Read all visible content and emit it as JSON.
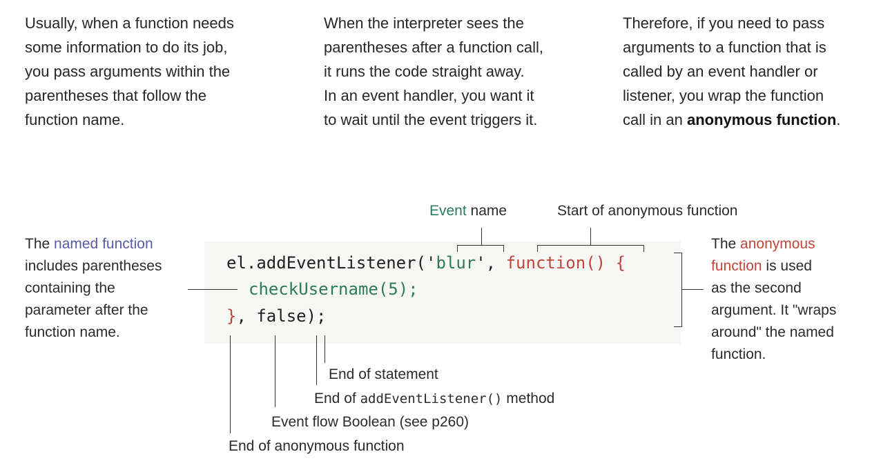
{
  "paragraphs": {
    "p1": [
      "Usually, when a function needs",
      "some information to do its job,",
      "you pass arguments within the",
      "parentheses that follow the",
      "function name."
    ],
    "p2": [
      "When the interpreter sees the",
      "parentheses after a function call,",
      "it runs the code straight away.",
      "In an event handler, you want it",
      "to wait until the event triggers it."
    ],
    "p3": [
      "Therefore, if you need to pass",
      "arguments to a function that is",
      "called by an event handler or",
      "listener, you wrap the function"
    ],
    "p3_last_prefix": "call in an ",
    "p3_last_bold": "anonymous function",
    "p3_last_suffix": "."
  },
  "code": {
    "line1_a": "el.addEventListener('",
    "line1_event": "blur",
    "line1_b": "', ",
    "line1_fn": "function() {",
    "line2": "checkUsername(5);",
    "line3_brace": "}",
    "line3_rest": ", false);"
  },
  "labels": {
    "event_name_a": "Event",
    "event_name_b": " name",
    "start_anon": "Start of anonymous function",
    "end_statement": "End of statement",
    "end_method_prefix": "End of ",
    "end_method_code": "addEventListener()",
    "end_method_suffix": " method",
    "event_flow": "Event flow Boolean (see p260)",
    "end_anon": "End of anonymous function"
  },
  "left_note": {
    "l1_a": "The ",
    "l1_b": "named function",
    "rest": [
      "includes parentheses",
      "containing the",
      "parameter after the",
      "function name."
    ]
  },
  "right_note": {
    "l1_a": "The ",
    "l1_b": "anonymous",
    "l2_a": "function",
    "l2_b": " is used",
    "rest": [
      "as the second",
      "argument. It \"wraps",
      "around\" the named",
      "function."
    ]
  },
  "colors": {
    "green": "#2e7a5f",
    "red": "#c0453a"
  }
}
